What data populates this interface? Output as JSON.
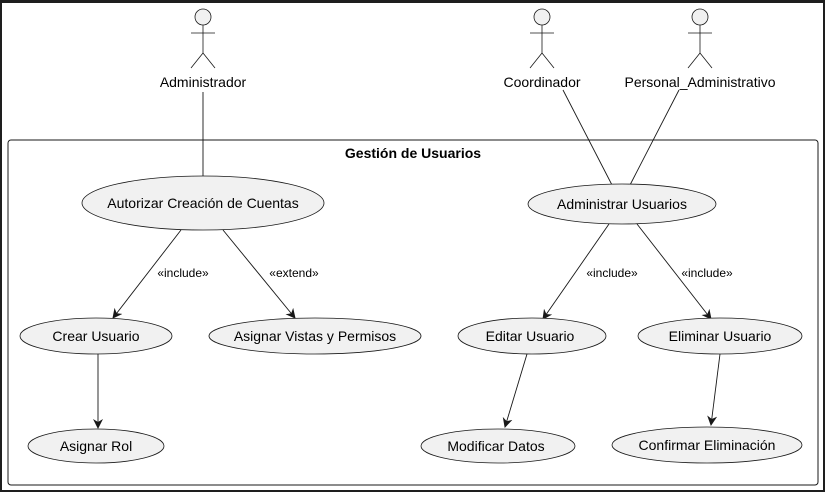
{
  "diagram": {
    "system_title": "Gestión de Usuarios",
    "actors": {
      "administrador": "Administrador",
      "coordinador": "Coordinador",
      "personal_administrativo": "Personal_Administrativo"
    },
    "use_cases": {
      "autorizar": "Autorizar Creación de Cuentas",
      "crear_usuario": "Crear Usuario",
      "asignar_vistas": "Asignar Vistas y Permisos",
      "asignar_rol": "Asignar Rol",
      "administrar": "Administrar Usuarios",
      "editar_usuario": "Editar Usuario",
      "eliminar_usuario": "Eliminar Usuario",
      "modificar_datos": "Modificar Datos",
      "confirmar_eliminacion": "Confirmar Eliminación"
    },
    "relations": {
      "include_crear": "«include»",
      "extend_asignar": "«extend»",
      "include_editar": "«include»",
      "include_eliminar": "«include»"
    }
  }
}
